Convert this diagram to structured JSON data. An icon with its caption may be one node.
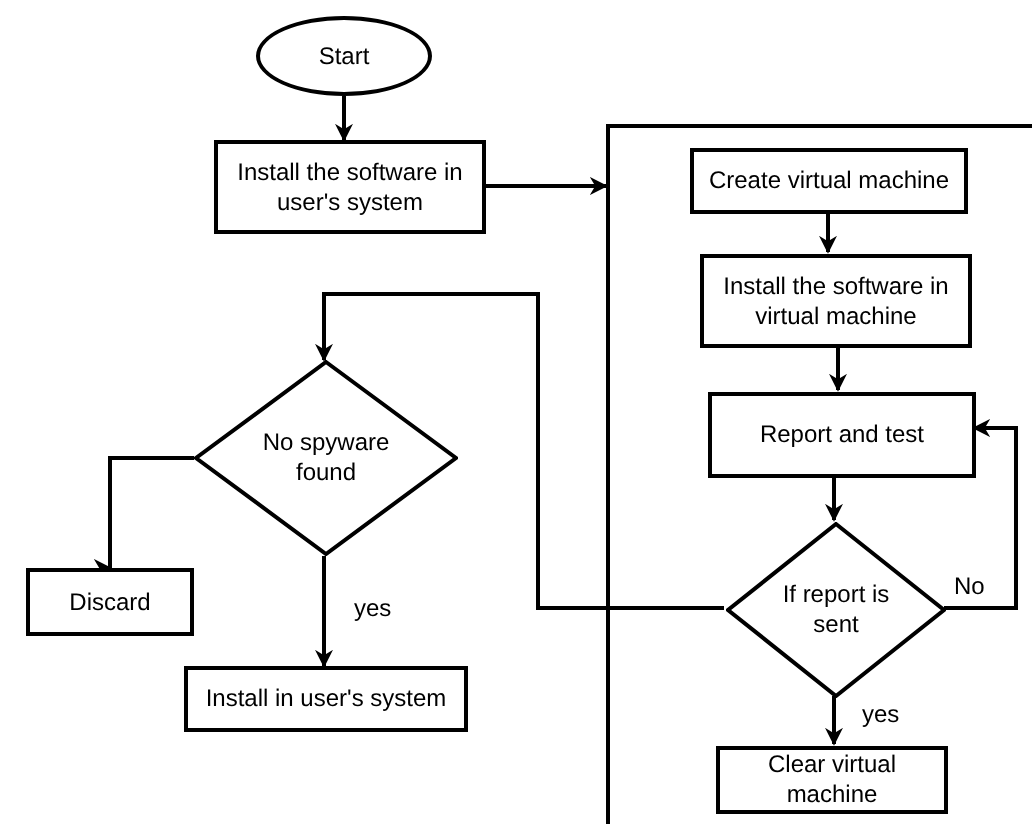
{
  "diagram": {
    "nodes": [
      {
        "text": [
          "Start"
        ]
      },
      {
        "text": [
          "Install the software in user's system"
        ]
      },
      {
        "text": [],
        "shape": "box"
      },
      {
        "text": [
          "Create virtual machine"
        ],
        "in": 2
      },
      {
        "text": [
          "Install the software in virtual machine"
        ],
        "in": 2
      },
      {
        "text": [
          "Report and test"
        ],
        "in": 2
      },
      {
        "text": [
          "If report is sent"
        ],
        "in": 2
      },
      {
        "text": [
          "Clear virtual machine"
        ],
        "in": 2
      },
      {
        "text": [
          "No spyware found"
        ]
      },
      {
        "text": [
          "Discard"
        ]
      },
      {
        "text": [
          "Install in user's system"
        ]
      }
    ],
    "edges": [
      {
        "from": 0,
        "to": 1,
        "arrow": "to"
      },
      {
        "from": 1,
        "to": 2,
        "arrow": "to"
      },
      {
        "from": 3,
        "to": 4,
        "arrow": "to"
      },
      {
        "from": 4,
        "to": 5,
        "arrow": "to"
      },
      {
        "from": 5,
        "to": 6,
        "arrow": "to"
      },
      {
        "from": 6,
        "to": 7,
        "arrow": "to",
        "label": "yes"
      },
      {
        "from": 6,
        "to": 5,
        "arrow": "to",
        "label": "No"
      },
      {
        "from": 6,
        "to": 8,
        "arrow": "to"
      },
      {
        "from": 8,
        "to": 9,
        "arrow": "to"
      },
      {
        "from": 8,
        "to": 10,
        "arrow": "to",
        "label": "yes"
      }
    ]
  }
}
